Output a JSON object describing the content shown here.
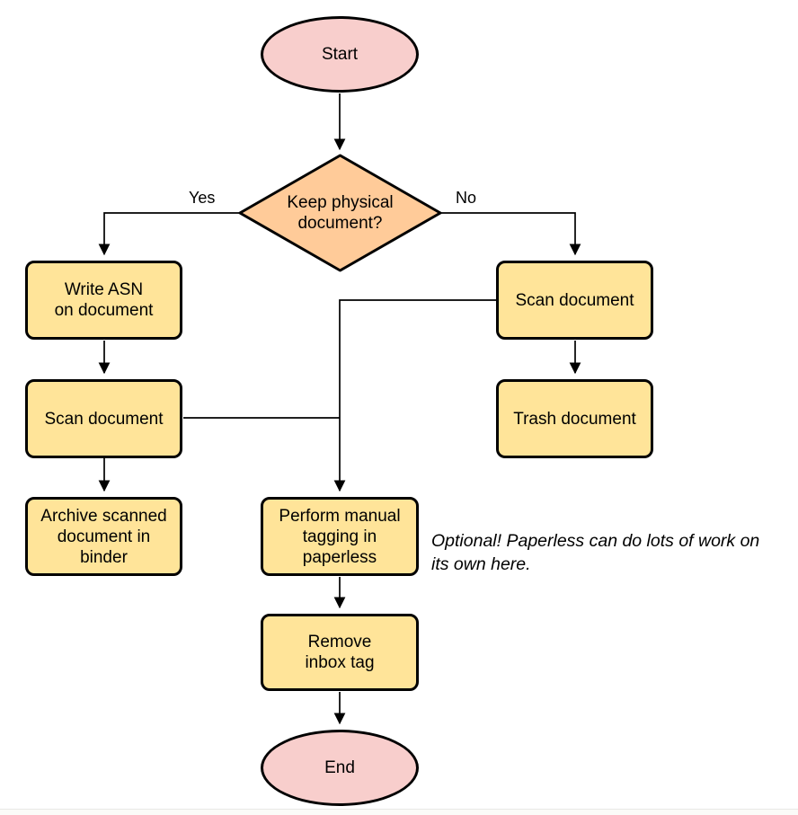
{
  "colors": {
    "terminal_fill": "#f8cecc",
    "decision_fill": "#ffcb99",
    "process_fill": "#ffe499",
    "stroke": "#000000"
  },
  "nodes": {
    "start": {
      "label": "Start"
    },
    "decision": {
      "label": "Keep physical\ndocument?"
    },
    "write_asn": {
      "label": "Write ASN\non document"
    },
    "scan_left": {
      "label": "Scan document"
    },
    "archive": {
      "label": "Archive scanned\ndocument in\nbinder"
    },
    "scan_right": {
      "label": "Scan document"
    },
    "trash": {
      "label": "Trash document"
    },
    "tagging": {
      "label": "Perform manual\ntagging in\npaperless"
    },
    "remove_inbox": {
      "label": "Remove\ninbox tag"
    },
    "end": {
      "label": "End"
    }
  },
  "edge_labels": {
    "yes": "Yes",
    "no": "No"
  },
  "note": "Optional! Paperless can do lots of work on\nits own here."
}
